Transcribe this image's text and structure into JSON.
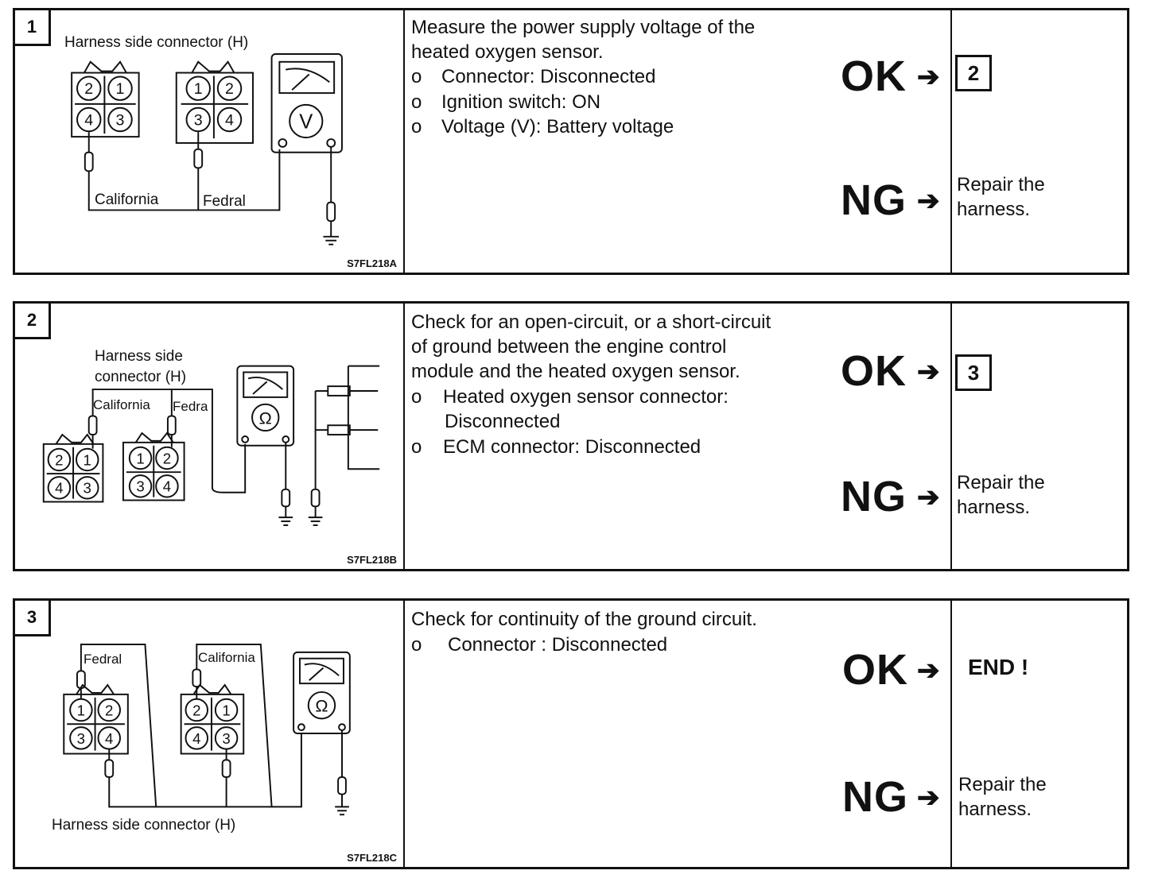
{
  "steps": [
    {
      "number": "1",
      "figure_code": "S7FL218A",
      "figure_labels": {
        "harness": "Harness side connector (H)",
        "left": "California",
        "right": "Fedral"
      },
      "left_connector_pins": [
        "2",
        "1",
        "4",
        "3"
      ],
      "right_connector_pins": [
        "1",
        "2",
        "3",
        "4"
      ],
      "meter_symbol": "V",
      "description_lines": [
        "Measure the power supply voltage of the",
        "heated oxygen sensor."
      ],
      "bullets": [
        {
          "mark": "o",
          "text": "Connector: Disconnected"
        },
        {
          "mark": "o",
          "text": "Ignition switch: ON"
        },
        {
          "mark": "o",
          "text": "Voltage (V): Battery voltage"
        }
      ],
      "ok_label": "OK",
      "ng_label": "NG",
      "ok_result": "2",
      "ng_result": [
        "Repair the",
        "harness."
      ]
    },
    {
      "number": "2",
      "figure_code": "S7FL218B",
      "figure_labels": {
        "harness_line1": "Harness side",
        "harness_line2": "connector (H)",
        "left": "California",
        "right": "Fedra"
      },
      "left_connector_pins": [
        "2",
        "1",
        "4",
        "3"
      ],
      "right_connector_pins": [
        "1",
        "2",
        "3",
        "4"
      ],
      "meter_symbol": "Ω",
      "description_lines": [
        "Check for  an open-circuit, or a short-circuit",
        "of ground between the engine control",
        "module and the heated oxygen sensor."
      ],
      "bullets": [
        {
          "mark": "o",
          "text": "Heated oxygen sensor connector:",
          "cont": "Disconnected"
        },
        {
          "mark": "o",
          "text": "ECM connector: Disconnected"
        }
      ],
      "ok_label": "OK",
      "ng_label": "NG",
      "ok_result": "3",
      "ng_result": [
        "Repair the",
        "harness."
      ]
    },
    {
      "number": "3",
      "figure_code": "S7FL218C",
      "figure_labels": {
        "harness": "Harness side connector (H)",
        "left": "Fedral",
        "right": "California"
      },
      "left_connector_pins": [
        "1",
        "2",
        "3",
        "4"
      ],
      "right_connector_pins": [
        "2",
        "1",
        "4",
        "3"
      ],
      "meter_symbol": "Ω",
      "description_lines": [
        "Check for continuity of the ground circuit."
      ],
      "bullets": [
        {
          "mark": "o",
          "text": "Connector : Disconnected"
        }
      ],
      "ok_label": "OK",
      "ng_label": "NG",
      "ok_result": "END !",
      "ng_result": [
        "Repair the",
        "harness."
      ]
    }
  ],
  "arrow_glyph": "➔"
}
